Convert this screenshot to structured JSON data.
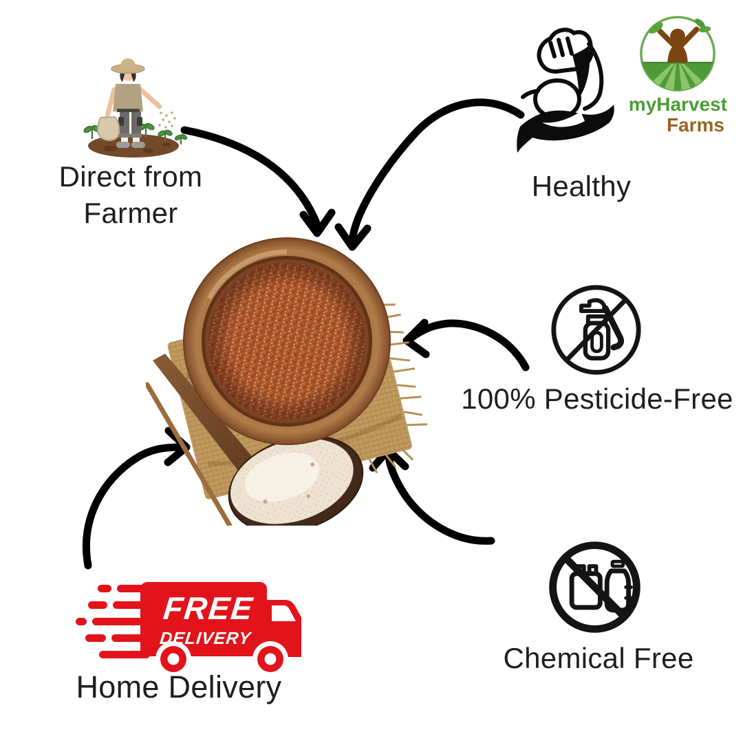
{
  "brand": {
    "name_line1": "myHarvest",
    "name_line2": "Farms",
    "green": "#4b9e33",
    "brown": "#9a6420",
    "logo_icon": "farmer-in-field-circle-logo"
  },
  "callouts": {
    "farmer": {
      "line1": "Direct from",
      "line2": "Farmer",
      "icon": "farmer-sowing-illustration"
    },
    "healthy": {
      "label": "Healthy",
      "icon": "flexed-bicep-icon"
    },
    "pesticide": {
      "label": "100% Pesticide-Free",
      "icon": "no-pesticide-spray-icon"
    },
    "chemical": {
      "label": "Chemical Free",
      "icon": "no-chemicals-icon"
    },
    "delivery": {
      "label": "Home Delivery",
      "icon": "free-delivery-truck-icon",
      "truck_line1": "FREE",
      "truck_line2": "DELIVERY",
      "truck_color": "#e3131b"
    }
  },
  "colors": {
    "text": "#1e1e1e",
    "arrow": "#000000",
    "truck_red": "#e3131b",
    "bowl_wood": "#8a552e",
    "grain": "#a8552c",
    "burlap": "#c29a5f"
  }
}
